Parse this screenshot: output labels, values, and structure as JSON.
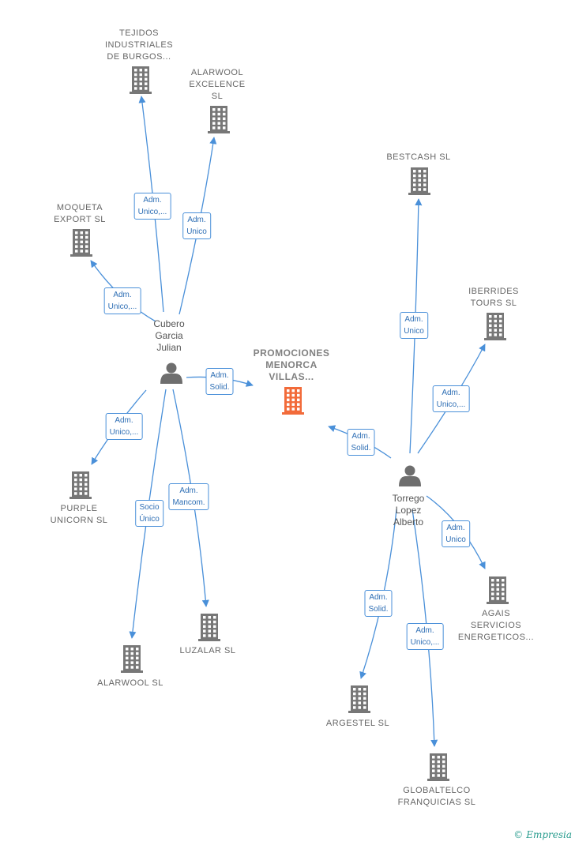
{
  "center_company": {
    "label": "PROMOCIONES\nMENORCA\nVILLAS..."
  },
  "persons": [
    {
      "id": "cubero",
      "label": "Cubero\nGarcia\nJulian"
    },
    {
      "id": "torrego",
      "label": "Torrego\nLopez\nAlberto"
    }
  ],
  "companies": [
    {
      "id": "tejidos",
      "label": "TEJIDOS\nINDUSTRIALES\nDE BURGOS..."
    },
    {
      "id": "alarwool_exc",
      "label": "ALARWOOL\nEXCELENCE\nSL"
    },
    {
      "id": "moqueta",
      "label": "MOQUETA\nEXPORT SL"
    },
    {
      "id": "purple",
      "label": "PURPLE\nUNICORN  SL"
    },
    {
      "id": "alarwool",
      "label": "ALARWOOL SL"
    },
    {
      "id": "luzalar",
      "label": "LUZALAR  SL"
    },
    {
      "id": "bestcash",
      "label": "BESTCASH  SL"
    },
    {
      "id": "iberrides",
      "label": "IBERRIDES\nTOURS  SL"
    },
    {
      "id": "agais",
      "label": "AGAIS\nSERVICIOS\nENERGETICOS..."
    },
    {
      "id": "argestel",
      "label": "ARGESTEL SL"
    },
    {
      "id": "globaltelco",
      "label": "GLOBALTELCO\nFRANQUICIAS SL"
    }
  ],
  "relations": [
    {
      "from": "cubero",
      "to": "tejidos",
      "label": "Adm.\nUnico,..."
    },
    {
      "from": "cubero",
      "to": "alarwool_exc",
      "label": "Adm.\nUnico"
    },
    {
      "from": "cubero",
      "to": "moqueta",
      "label": "Adm.\nUnico,..."
    },
    {
      "from": "cubero",
      "to": "center",
      "label": "Adm.\nSolid."
    },
    {
      "from": "cubero",
      "to": "purple",
      "label": "Adm.\nUnico,..."
    },
    {
      "from": "cubero",
      "to": "alarwool",
      "label": "Socio\nÚnico"
    },
    {
      "from": "cubero",
      "to": "luzalar",
      "label": "Adm.\nMancom."
    },
    {
      "from": "torrego",
      "to": "bestcash",
      "label": "Adm.\nUnico"
    },
    {
      "from": "torrego",
      "to": "iberrides",
      "label": "Adm.\nUnico,..."
    },
    {
      "from": "torrego",
      "to": "center",
      "label": "Adm.\nSolid."
    },
    {
      "from": "torrego",
      "to": "agais",
      "label": "Adm.\nUnico"
    },
    {
      "from": "torrego",
      "to": "argestel",
      "label": "Adm.\nSolid."
    },
    {
      "from": "torrego",
      "to": "globaltelco",
      "label": "Adm.\nUnico,..."
    }
  ],
  "colors": {
    "edge": "#4a90d9",
    "building": "#777777",
    "center_building": "#f26b3a",
    "person": "#6e6e6e"
  },
  "footer": {
    "copyright": "©",
    "brand": "Empresia"
  }
}
